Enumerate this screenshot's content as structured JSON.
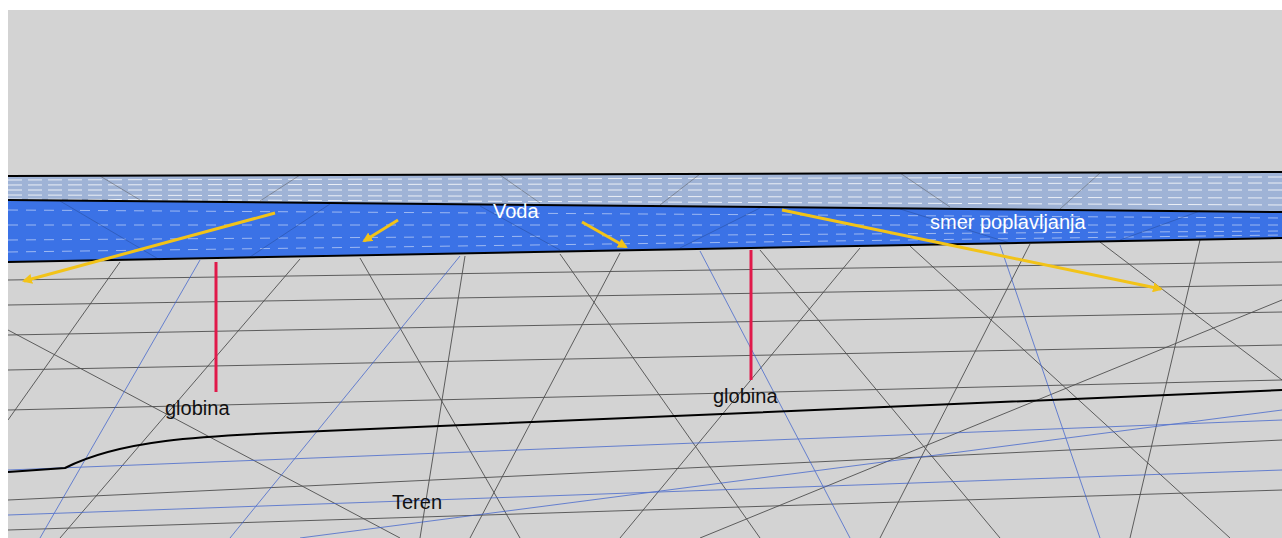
{
  "diagram": {
    "labels": [
      "Voda",
      "smer poplavljanja",
      "globina",
      "globina",
      "Teren"
    ]
  }
}
